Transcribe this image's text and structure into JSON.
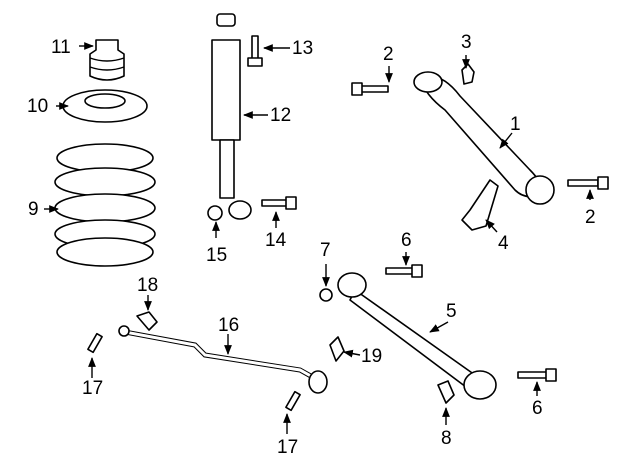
{
  "callouts": [
    {
      "id": "c11",
      "text": "11"
    },
    {
      "id": "c13",
      "text": "13"
    },
    {
      "id": "c2a",
      "text": "2"
    },
    {
      "id": "c3",
      "text": "3"
    },
    {
      "id": "c10",
      "text": "10"
    },
    {
      "id": "c12",
      "text": "12"
    },
    {
      "id": "c1",
      "text": "1"
    },
    {
      "id": "c9",
      "text": "9"
    },
    {
      "id": "c2b",
      "text": "2"
    },
    {
      "id": "c15",
      "text": "15"
    },
    {
      "id": "c14",
      "text": "14"
    },
    {
      "id": "c4",
      "text": "4"
    },
    {
      "id": "c7",
      "text": "7"
    },
    {
      "id": "c6a",
      "text": "6"
    },
    {
      "id": "c18",
      "text": "18"
    },
    {
      "id": "c16",
      "text": "16"
    },
    {
      "id": "c5",
      "text": "5"
    },
    {
      "id": "c19",
      "text": "19"
    },
    {
      "id": "c17a",
      "text": "17"
    },
    {
      "id": "c17b",
      "text": "17"
    },
    {
      "id": "c8",
      "text": "8"
    },
    {
      "id": "c6b",
      "text": "6"
    }
  ]
}
